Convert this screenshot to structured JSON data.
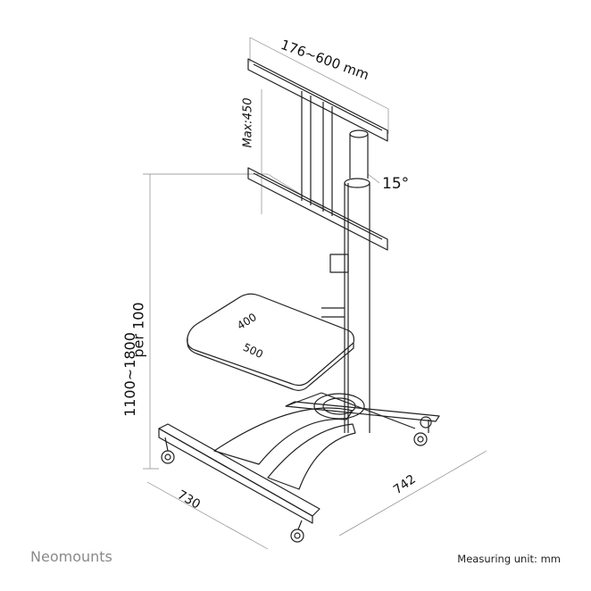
{
  "brand": "Neomounts",
  "footer": {
    "unit": "Measuring unit: mm"
  },
  "dimensions": {
    "vesa_width": "176~600 mm",
    "vesa_height": "Max:450",
    "tilt": "15°",
    "height_range": "1100~1800",
    "height_step": "per 100",
    "shelf_depth": "400",
    "shelf_width": "500",
    "base_depth": "730",
    "base_width": "742"
  }
}
